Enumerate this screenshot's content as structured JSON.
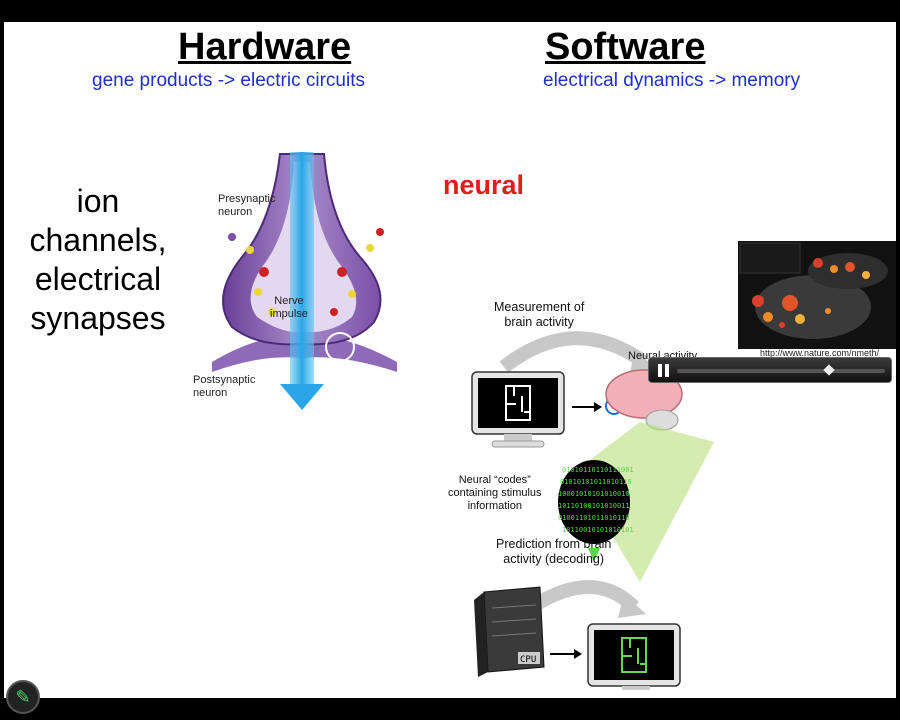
{
  "slide": {
    "hardware_title": "Hardware",
    "hardware_subtitle": "gene products -> electric circuits",
    "software_title": "Software",
    "software_subtitle": "electrical dynamics -> memory",
    "ion_lines": [
      "ion",
      "channels,",
      "electrical",
      "synapses"
    ],
    "neural_label": "neural"
  },
  "synapse_figure": {
    "presynaptic": "Presynaptic\nneuron",
    "nerve_impulse": "Nerve\nimpulse",
    "postsynaptic": "Postsynaptic\nneuron"
  },
  "decoding_figure": {
    "measurement": "Measurement of\nbrain activity",
    "neural_activity": "Neural activity",
    "neural_codes": "Neural “codes”\ncontaining stimulus\ninformation",
    "prediction": "Prediction from brain\nactivity (decoding)",
    "cpu_label": "CPU",
    "binary_text": "0101011011011100101010101011010110100010101010100101011010010101001101001101011010110101100101010101011010101011010110101010",
    "url": "http://www.nature.com/nmeth/"
  },
  "video_player": {
    "progress": 0.73
  },
  "colors": {
    "subtitle_blue": "#1f2fc7",
    "neural_red": "#e21b1b",
    "binary_green": "#59d64a",
    "screen_green": "#6fd15c"
  },
  "icons": {
    "pause": "pause-icon",
    "pen": "pen-icon"
  }
}
